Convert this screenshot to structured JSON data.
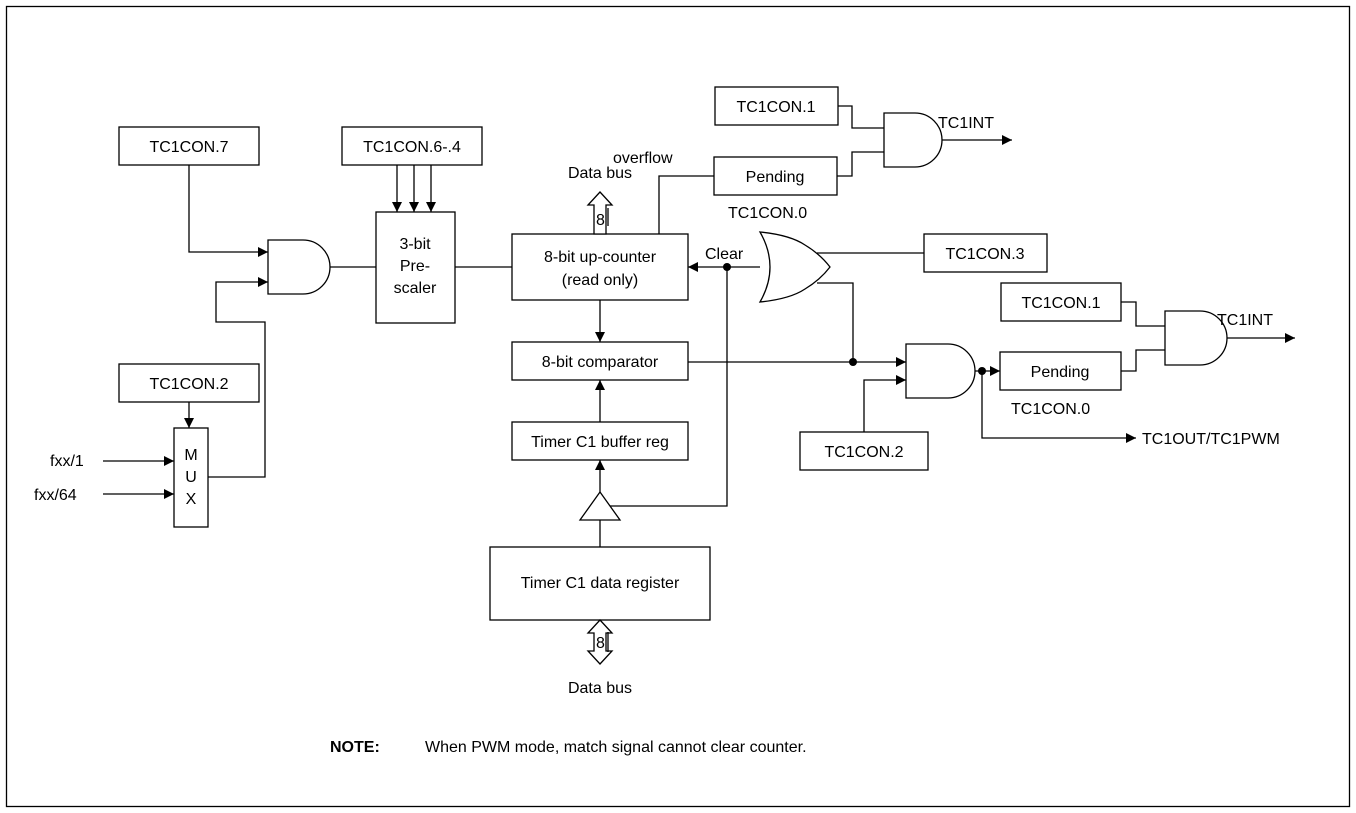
{
  "labels": {
    "tc1con7": "TC1CON.7",
    "tc1con64": "TC1CON.6-.4",
    "tc1con2_mux": "TC1CON.2",
    "fxx1": "fxx/1",
    "fxx64": "fxx/64",
    "mux": [
      "M",
      "U",
      "X"
    ],
    "prescaler": [
      "3-bit",
      "Pre-",
      "scaler"
    ],
    "databus_top": "Data bus",
    "bus_width_top": "8",
    "overflow": "overflow",
    "upcounter": [
      "8-bit up-counter",
      "(read only)"
    ],
    "clear": "Clear",
    "comparator": "8-bit comparator",
    "buffer_reg": "Timer C1 buffer reg",
    "data_register": "Timer C1 data register",
    "bus_width_bottom": "8",
    "databus_bottom": "Data bus",
    "tc1con1_top": "TC1CON.1",
    "pending_top": "Pending",
    "tc1con0_top": "TC1CON.0",
    "tc1int_top": "TC1INT",
    "tc1con3": "TC1CON.3",
    "tc1con1_bottom": "TC1CON.1",
    "pending_bottom": "Pending",
    "tc1con0_bottom": "TC1CON.0",
    "tc1int_bottom": "TC1INT",
    "tc1con2_and": "TC1CON.2",
    "tc1out": "TC1OUT/TC1PWM"
  },
  "note": {
    "label": "NOTE:",
    "text": "When PWM mode, match signal cannot clear counter."
  }
}
